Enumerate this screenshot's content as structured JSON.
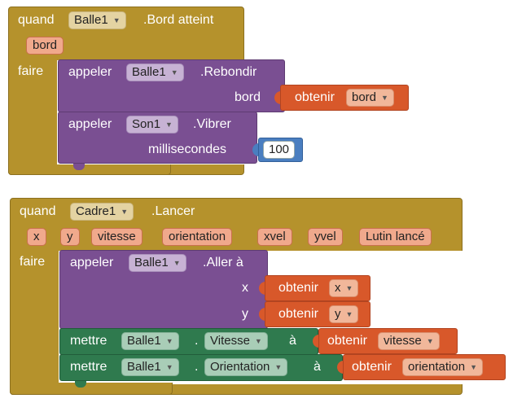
{
  "blocks": {
    "event1": {
      "when": "quand",
      "component": "Balle1",
      "event": ".Bord atteint",
      "params": [
        "bord"
      ],
      "do": "faire",
      "call1": {
        "verb": "appeler",
        "component": "Balle1",
        "method": ".Rebondir",
        "arg_label": "bord",
        "get_label": "obtenir",
        "get_value": "bord"
      },
      "call2": {
        "verb": "appeler",
        "component": "Son1",
        "method": ".Vibrer",
        "arg_label": "millisecondes",
        "number": "100"
      }
    },
    "event2": {
      "when": "quand",
      "component": "Cadre1",
      "event": ".Lancer",
      "params": [
        "x",
        "y",
        "vitesse",
        "orientation",
        "xvel",
        "yvel",
        "Lutin lancé"
      ],
      "do": "faire",
      "call": {
        "verb": "appeler",
        "component": "Balle1",
        "method": ".Aller à",
        "arg1_label": "x",
        "arg2_label": "y",
        "get_label": "obtenir",
        "get1_value": "x",
        "get2_value": "y"
      },
      "set1": {
        "verb": "mettre",
        "component": "Balle1",
        "dot": ".",
        "property": "Vitesse",
        "to": "à",
        "get_label": "obtenir",
        "get_value": "vitesse"
      },
      "set2": {
        "verb": "mettre",
        "component": "Balle1",
        "dot": ".",
        "property": "Orientation",
        "to": "à",
        "get_label": "obtenir",
        "get_value": "orientation"
      }
    }
  },
  "colors": {
    "event": "#b5922c",
    "call": "#7a4f92",
    "getter": "#d8582a",
    "number": "#4a7ec0",
    "setter": "#2f7a4e"
  }
}
